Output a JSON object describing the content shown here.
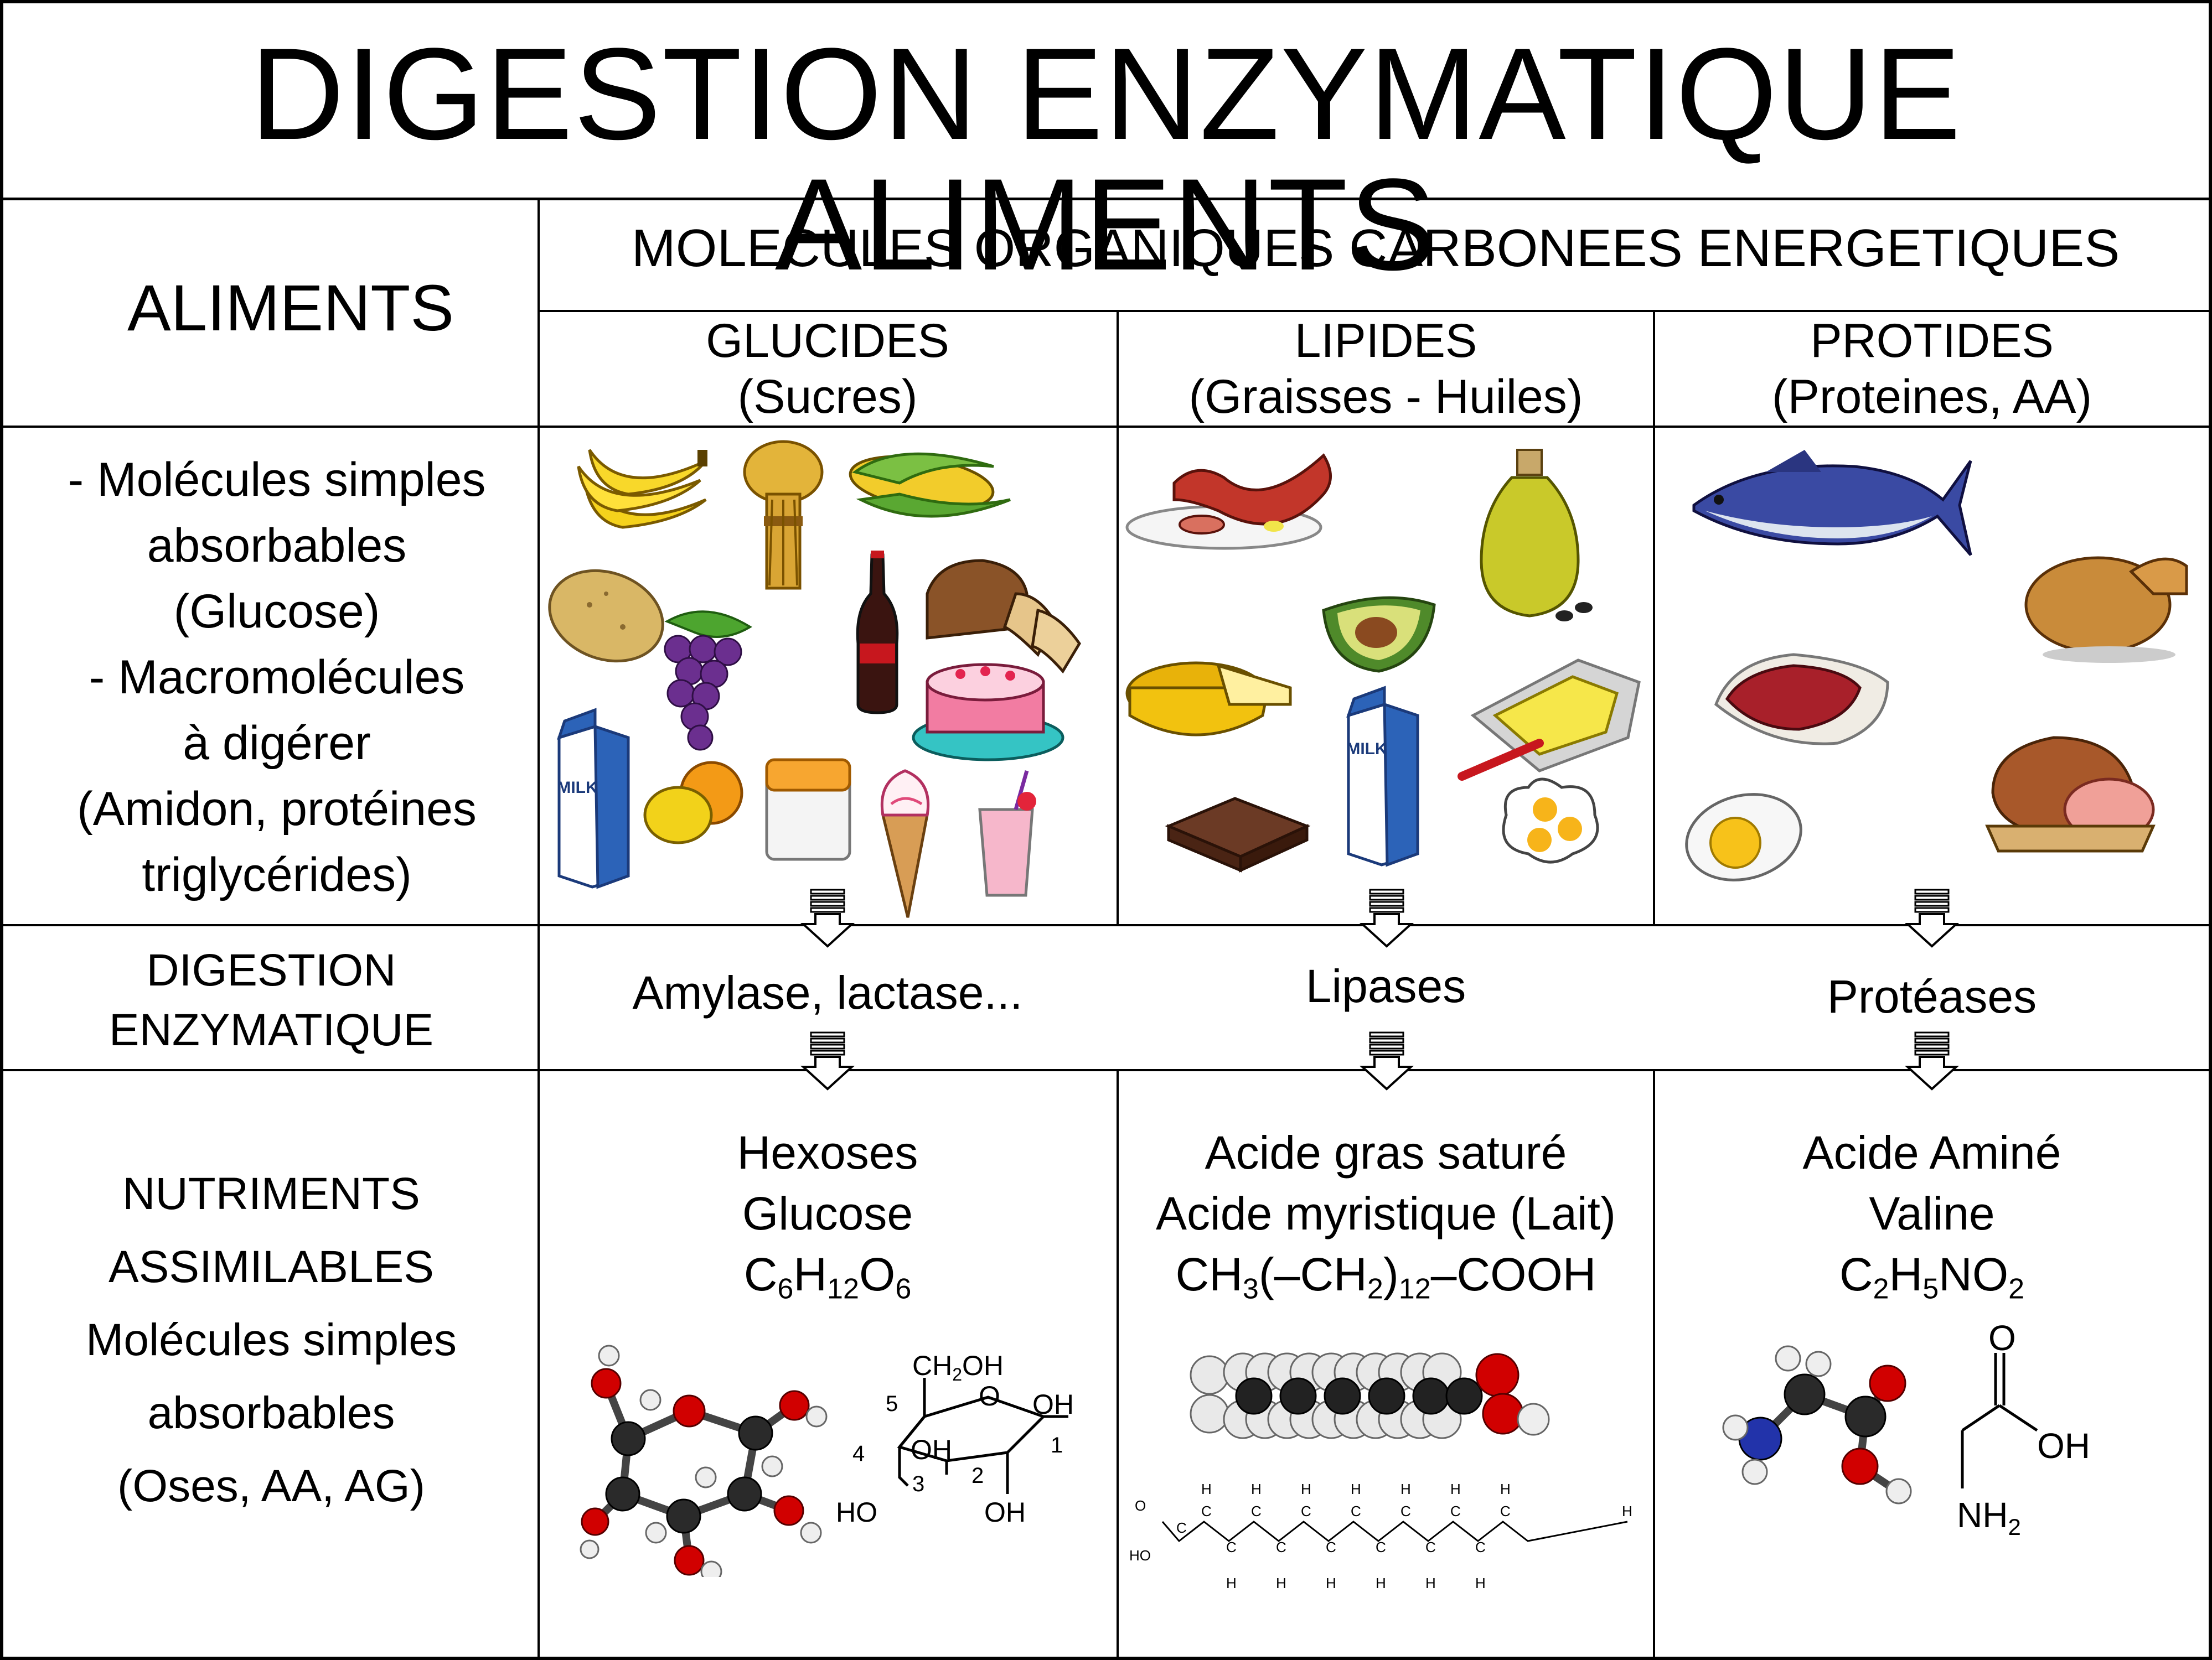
{
  "title": "DIGESTION ENZYMATIQUE ALIMENTS",
  "header": {
    "aliments": "ALIMENTS",
    "molecules": "MOLECULES ORGANIQUES CARBONEES ENERGETIQUES",
    "columns": [
      {
        "name": "GLUCIDES",
        "sub": "(Sucres)"
      },
      {
        "name": "LIPIDES",
        "sub": "(Graisses - Huiles)"
      },
      {
        "name": "PROTIDES",
        "sub": "(Proteines, AA)"
      }
    ]
  },
  "row_foods": {
    "lines": [
      "- Molécules simples",
      "absorbables",
      "(Glucose)",
      "- Macromolécules",
      "à digérer",
      "(Amidon, protéines",
      "triglycérides)"
    ],
    "glucides_images": [
      "bananas",
      "wheat-sheaf",
      "corn",
      "potato",
      "grapes",
      "cola-bottle",
      "bread",
      "cake",
      "milk-carton",
      "oranges",
      "sugar-jar",
      "ice-cream-cone",
      "milkshake"
    ],
    "glucides_milk_label": "MILK",
    "lipides_images": [
      "sausage-plate",
      "olive-oil",
      "avocado",
      "cheese",
      "milk-carton",
      "butter",
      "chocolate",
      "fried-eggs"
    ],
    "lipides_milk_label": "MILK",
    "protides_images": [
      "tuna",
      "roast-chicken",
      "raw-meat",
      "ham",
      "boiled-egg"
    ]
  },
  "row_digestion": {
    "label_1": "DIGESTION",
    "label_2": "ENZYMATIQUE",
    "enzymes": [
      "Amylase, lactase...",
      "Lipases",
      "Protéases"
    ]
  },
  "row_nutrients": {
    "lines": [
      "NUTRIMENTS",
      "ASSIMILABLES",
      "Molécules simples",
      "absorbables",
      "(Oses, AA, AG)"
    ],
    "glucides": {
      "line1": "Hexoses",
      "line2": "Glucose"
    },
    "lipides": {
      "line1": "Acide gras saturé",
      "line2": "Acide myristique (Lait)"
    },
    "protides": {
      "line1": "Acide Aminé",
      "line2": "Valine"
    }
  },
  "glucose_labels": {
    "ch2oh": "CH",
    "ch2oh_sub": "2",
    "ch2oh_end": "OH",
    "o": "O",
    "oh": "OH",
    "ho": "HO",
    "n5": "5",
    "n4": "4",
    "n3": "3",
    "n2": "2",
    "n1": "1"
  },
  "fatty_acid_labels": {
    "h": "H",
    "c": "C",
    "o": "O",
    "ho": "HO"
  },
  "amino_labels": {
    "o": "O",
    "oh": "OH",
    "nh": "NH",
    "nh_sub": "2"
  },
  "colors": {
    "line": "#000000",
    "carbon": "#2a2a2a",
    "oxygen": "#d10000",
    "hydrogen": "#e8e8e8",
    "nitrogen": "#2233aa"
  }
}
